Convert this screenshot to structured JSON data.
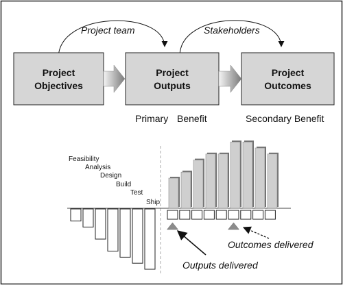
{
  "flow": {
    "box1": {
      "line1": "Project",
      "line2": "Objectives"
    },
    "box2": {
      "line1": "Project",
      "line2": "Outputs"
    },
    "box3": {
      "line1": "Project",
      "line2": "Outcomes"
    },
    "arc1_label": "Project team",
    "arc2_label": "Stakeholders",
    "primary_label": "Primary",
    "benefit_label": "Benefit",
    "secondary_label": "Secondary Benefit"
  },
  "phases": [
    "Feasibility",
    "Analysis",
    "Design",
    "Build",
    "Test",
    "Ship"
  ],
  "annotations": {
    "outputs_delivered": "Outputs delivered",
    "outcomes_delivered": "Outcomes delivered"
  },
  "chart_data": {
    "type": "bar",
    "title": "",
    "xlabel": "",
    "ylabel": "",
    "cost_bars": [
      2,
      3,
      5,
      7,
      8,
      9,
      10
    ],
    "benefit_bars": [
      5,
      6,
      8,
      9,
      9,
      11,
      11,
      10,
      9
    ],
    "milestone_boxes": 9,
    "milestones": [
      {
        "label": "Outputs delivered",
        "box_index": 0
      },
      {
        "label": "Outcomes delivered",
        "box_index": 5
      }
    ]
  }
}
